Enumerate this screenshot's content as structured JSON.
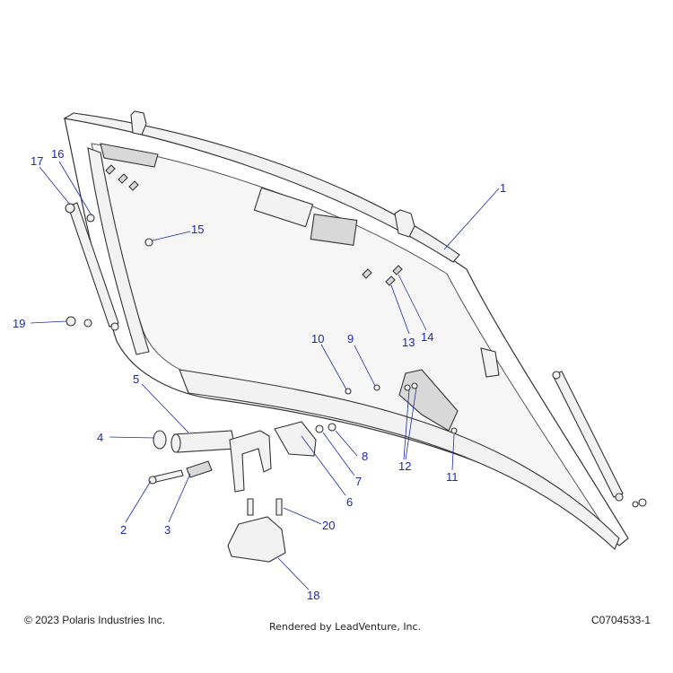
{
  "callouts": [
    {
      "id": "1",
      "label": "1"
    },
    {
      "id": "2",
      "label": "2"
    },
    {
      "id": "3",
      "label": "3"
    },
    {
      "id": "4",
      "label": "4"
    },
    {
      "id": "5",
      "label": "5"
    },
    {
      "id": "6",
      "label": "6"
    },
    {
      "id": "7",
      "label": "7"
    },
    {
      "id": "8",
      "label": "8"
    },
    {
      "id": "9",
      "label": "9"
    },
    {
      "id": "10",
      "label": "10"
    },
    {
      "id": "11",
      "label": "11"
    },
    {
      "id": "12",
      "label": "12"
    },
    {
      "id": "13",
      "label": "13"
    },
    {
      "id": "14",
      "label": "14"
    },
    {
      "id": "15",
      "label": "15"
    },
    {
      "id": "16",
      "label": "16"
    },
    {
      "id": "17",
      "label": "17"
    },
    {
      "id": "18",
      "label": "18"
    },
    {
      "id": "19",
      "label": "19"
    },
    {
      "id": "20",
      "label": "20"
    }
  ],
  "footer": {
    "copyright": "© 2023 Polaris Industries Inc.",
    "rendered_by": "Rendered by LeadVenture, Inc.",
    "drawing_id": "C0704533-1"
  },
  "colors": {
    "callout": "#1a2aa8",
    "line": "#333333"
  }
}
